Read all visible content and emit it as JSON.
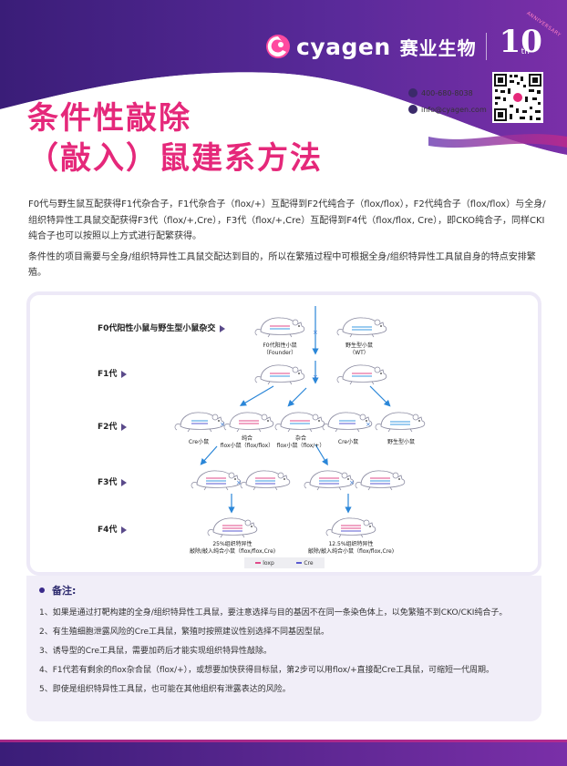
{
  "header": {
    "brand_word": "cyagen",
    "brand_cn": "赛业生物",
    "anniversary_number": "10",
    "anniversary_suffix": "th",
    "anniversary_text": "ANNIVERSARY",
    "phone": "400-680-8038",
    "email": "info@cyagen.com",
    "title_line1": "条件性敲除",
    "title_line2": "（敲入）鼠建系方法",
    "colors": {
      "purple_dark": "#3b1f7a",
      "purple": "#6a2fa0",
      "magenta": "#e5287a"
    }
  },
  "intro": {
    "p1": "F0代与野生鼠互配获得F1代杂合子，F1代杂合子（flox/+）互配得到F2代纯合子（flox/flox），F2代纯合子（flox/flox）与全身/组织特异性工具鼠交配获得F3代（flox/+,Cre），F3代（flox/+,Cre）互配得到F4代（flox/flox, Cre），即CKO纯合子，同样CKI纯合子也可以按照以上方式进行配繁获得。",
    "p2": "条件性的项目需要与全身/组织特异性工具鼠交配达到目的，所以在繁殖过程中可根据全身/组织特异性工具鼠自身的特点安排繁殖。"
  },
  "diagram": {
    "generations": [
      "F0代阳性小鼠与野生型小鼠杂交",
      "F1代",
      "F2代",
      "F3代",
      "F4代"
    ],
    "f0": {
      "founder": [
        "F0代阳性小鼠",
        "（Founder）"
      ],
      "wt": [
        "野生型小鼠",
        "（WT）"
      ]
    },
    "f2": {
      "cre": "Cre小鼠",
      "homo": [
        "纯合",
        "flox小鼠（flox/flox）"
      ],
      "hetero": [
        "杂合",
        "flox小鼠（flox/+）"
      ],
      "cre2": "Cre小鼠",
      "wt": "野生型小鼠"
    },
    "f4": {
      "left": [
        "25%组织特异性",
        "敲除/敲入纯合小鼠（flox/flox,Cre)"
      ],
      "right": [
        "12.5%组织特异性",
        "敲除/敲入纯合小鼠（flox/flox,Cre)"
      ]
    },
    "cross_symbol": "×",
    "legend": [
      "loxp",
      "Cre"
    ]
  },
  "notes": {
    "title": "备注:",
    "items": [
      "1、如果是通过打靶构建的全身/组织特异性工具鼠，要注意选择与目的基因不在同一条染色体上，以免繁殖不到CKO/CKI纯合子。",
      "2、有生殖细胞泄露风险的Cre工具鼠，繁殖时按照建议性别选择不同基因型鼠。",
      "3、诱导型的Cre工具鼠，需要加药后才能实现组织特异性敲除。",
      "4、F1代若有剩余的flox杂合鼠（flox/+），或想要加快获得目标鼠，第2步可以用flox/+直接配Cre工具鼠，可缩短一代周期。",
      "5、即使是组织特异性工具鼠，也可能在其他组织有泄露表达的风险。"
    ]
  }
}
